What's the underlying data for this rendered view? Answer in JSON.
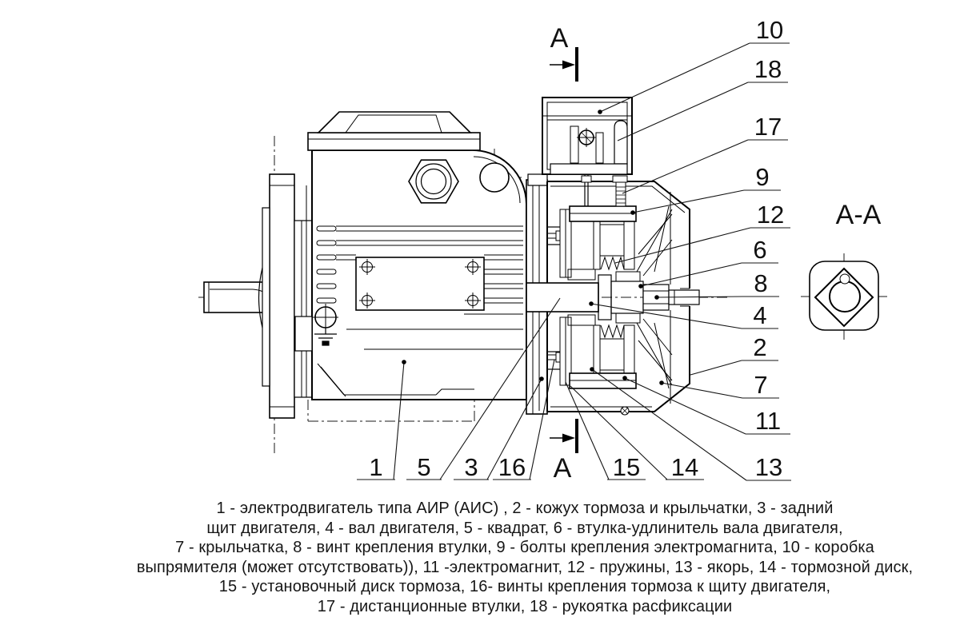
{
  "colors": {
    "ink": "#000000",
    "paper": "#ffffff"
  },
  "sections": {
    "top": "A",
    "bottom": "A",
    "view": "A-A"
  },
  "callouts": {
    "right": [
      {
        "n": "10"
      },
      {
        "n": "18"
      },
      {
        "n": "17"
      },
      {
        "n": "9"
      },
      {
        "n": "12"
      },
      {
        "n": "6"
      },
      {
        "n": "8"
      },
      {
        "n": "4"
      },
      {
        "n": "2"
      },
      {
        "n": "7"
      },
      {
        "n": "11"
      },
      {
        "n": "13"
      }
    ],
    "bottom": [
      {
        "n": "1"
      },
      {
        "n": "5"
      },
      {
        "n": "3"
      },
      {
        "n": "16"
      },
      {
        "n": "15"
      },
      {
        "n": "14"
      }
    ]
  },
  "legend": {
    "lines": [
      "1 - электродвигатель типа АИР (АИС) , 2 - кожух тормоза и крыльчатки, 3 - задний",
      "щит двигателя, 4 - вал двигателя, 5 - квадрат, 6 - втулка-удлинитель вала двигателя,",
      "7 - крыльчатка, 8 - винт крепления втулки, 9 - болты крепления электромагнита, 10 - коробка",
      "выпрямителя (может отсутствовать)), 11  -электромагнит, 12 - пружины, 13 - якорь, 14 - тормозной диск,",
      "15 -  установочный диск тормоза, 16-  винты крепления тормоза к щиту двигателя,",
      "17 - дистанционные втулки, 18 - рукоятка расфиксации"
    ]
  }
}
